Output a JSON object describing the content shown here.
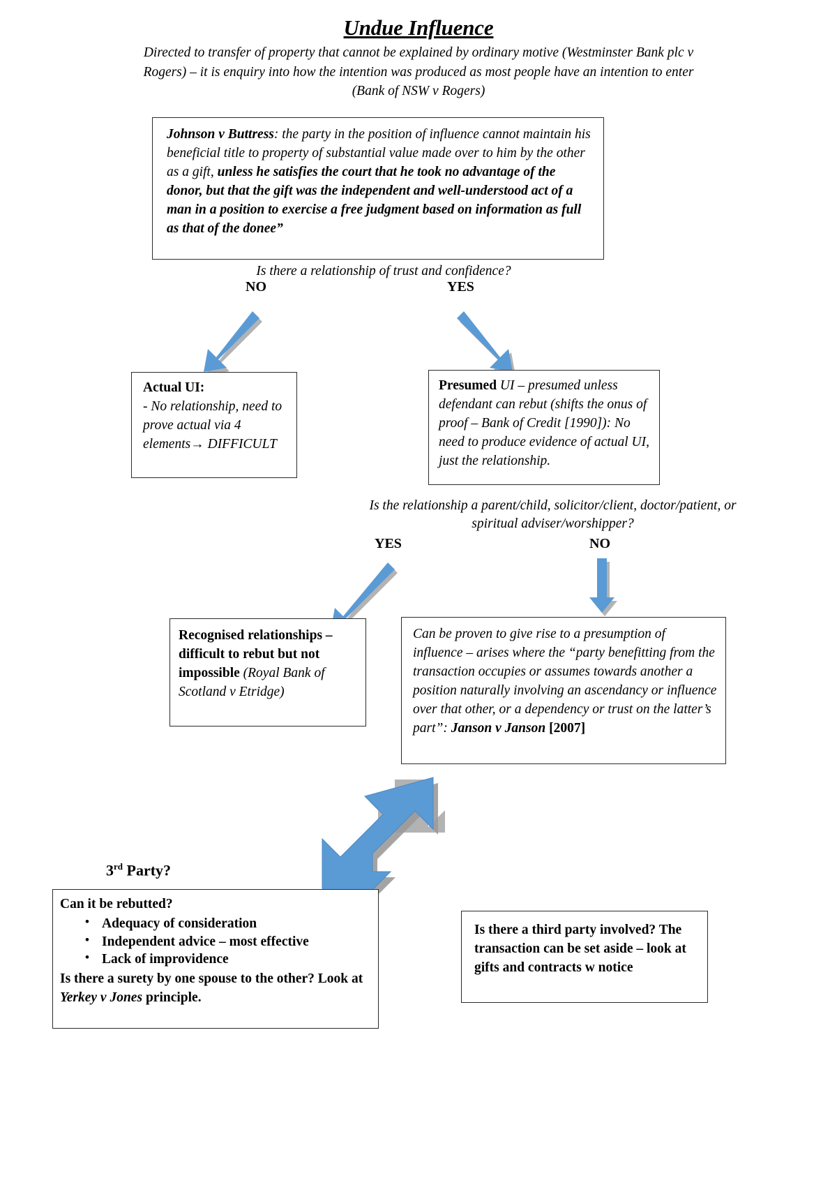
{
  "document": {
    "title": "Undue Influence",
    "intro": "Directed to transfer of property that cannot be explained by ordinary motive (Westminster Bank plc v Rogers) – it is enquiry into how the intention was produced as most people have an intention to enter (Bank of NSW v Rogers)"
  },
  "boxes": {
    "quote": {
      "case": "Johnson v Buttress",
      "normal_part": ": the party in the position of influence cannot maintain his beneficial title to property of substantial value made over to him by the other as a gift,",
      "bold_part": " unless he satisfies the court that he took no advantage of the donor, but that the gift was the independent and well-understood act of a man in a position to exercise a free judgment based on information as full as that of the donee”"
    },
    "actual_ui": {
      "heading": "Actual UI:",
      "body": "- No relationship, need to prove actual via 4 elements",
      "arrow_glyph": "→",
      "body_end": "DIFFICULT"
    },
    "presumed_ui": {
      "heading": "Presumed",
      "body": " UI – presumed unless defendant can rebut (shifts the onus of proof – Bank of Credit [1990]): No need to produce evidence of actual UI, just the relationship."
    },
    "recognised": {
      "bold": "Recognised relationships – difficult to rebut but not impossible",
      "italic": " (Royal Bank of Scotland v Etridge)"
    },
    "proven": {
      "body": "Can be proven to give rise to a presumption of influence – arises where the “party benefitting from the transaction occupies or assumes towards another a position naturally involving an ascendancy or influence over that other, or a dependency or trust on the latter’s part”:",
      "case": "Janson v Janson",
      "year": " [2007]"
    },
    "rebut": {
      "heading": "Can it be rebutted?",
      "bullets": [
        "Adequacy of consideration",
        "Independent advice – most effective",
        "Lack of improvidence"
      ],
      "footer_a": "Is there a surety by one spouse to the other? Look at ",
      "footer_case": "Yerkey v Jones",
      "footer_b": " principle."
    },
    "third_party": {
      "body": "Is there a third party involved? The transaction can be set aside – look at gifts and contracts w notice"
    }
  },
  "labels": {
    "question_1": "Is there a relationship of trust and confidence?",
    "question_2": "Is the relationship a parent/child, solicitor/client, doctor/patient, or spiritual adviser/worshipper?",
    "no_1": "NO",
    "yes_1": "YES",
    "yes_2": "YES",
    "no_2": "NO",
    "third_party_heading_num": "3",
    "third_party_heading_sup": "rd",
    "third_party_heading_rest": " Party?"
  },
  "colors": {
    "arrow_fill": "#5b9bd5",
    "arrow_shadow": "#a6a6a6",
    "box_border": "#2b2b2b",
    "text": "#000000"
  }
}
